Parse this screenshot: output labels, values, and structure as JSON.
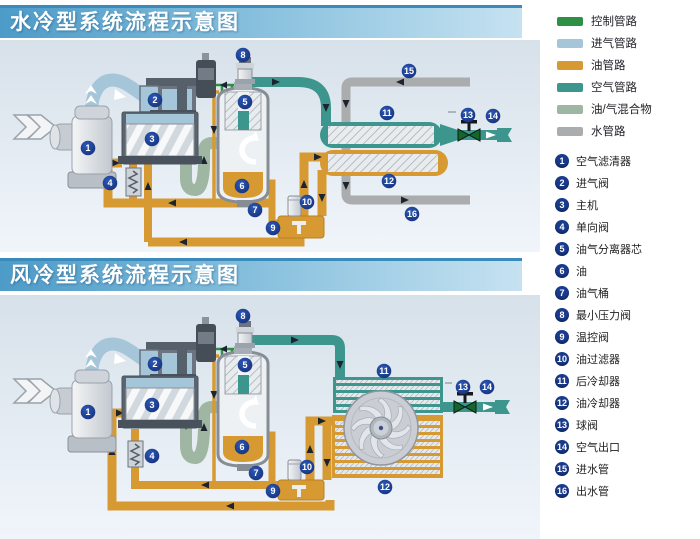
{
  "titles": {
    "water": "水冷型系统流程示意图",
    "air": "风冷型系统流程示意图"
  },
  "legend": {
    "pipe_types": [
      {
        "label": "控制管路",
        "color": "#2e9044"
      },
      {
        "label": "进气管路",
        "color": "#a4c6d8"
      },
      {
        "label": "油管路",
        "color": "#d79a33"
      },
      {
        "label": "空气管路",
        "color": "#3d968d"
      },
      {
        "label": "油/气混合物",
        "color": "#9eb6a2"
      },
      {
        "label": "水管路",
        "color": "#aaacae"
      }
    ],
    "parts": [
      {
        "num": "1",
        "label": "空气滤清器"
      },
      {
        "num": "2",
        "label": "进气阀"
      },
      {
        "num": "3",
        "label": "主机"
      },
      {
        "num": "4",
        "label": "单向阀"
      },
      {
        "num": "5",
        "label": "油气分离器芯"
      },
      {
        "num": "6",
        "label": "油"
      },
      {
        "num": "7",
        "label": "油气桶"
      },
      {
        "num": "8",
        "label": "最小压力阀"
      },
      {
        "num": "9",
        "label": "温控阀"
      },
      {
        "num": "10",
        "label": "油过滤器"
      },
      {
        "num": "11",
        "label": "后冷却器"
      },
      {
        "num": "12",
        "label": "油冷却器"
      },
      {
        "num": "13",
        "label": "球阀"
      },
      {
        "num": "14",
        "label": "空气出口"
      },
      {
        "num": "15",
        "label": "进水管"
      },
      {
        "num": "16",
        "label": "出水管"
      }
    ]
  },
  "colors": {
    "badge": "#1a3b8d",
    "title_bar_left": "#4d9bc8",
    "title_bar_right": "#c6e2f1",
    "panel_bg_top": "#d7e1ea",
    "panel_bg_bottom": "#f0f5fa"
  }
}
